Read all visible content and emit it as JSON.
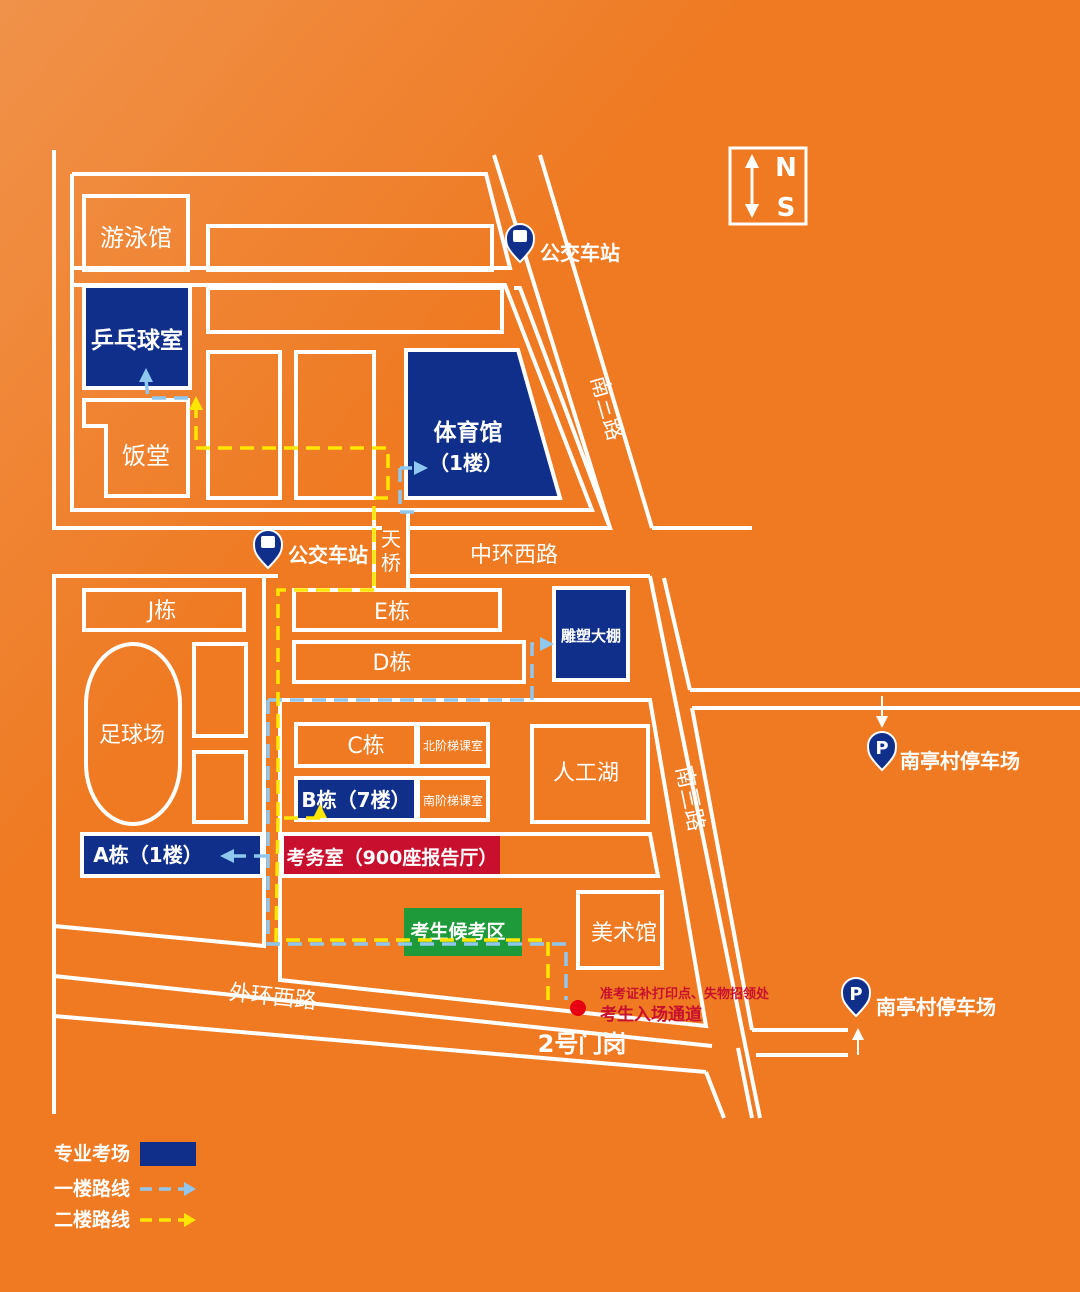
{
  "colors": {
    "background_top": "#f0924a",
    "background": "#ef7a22",
    "exam_hall": "#0f2f8a",
    "office": "#c8102e",
    "waiting": "#1f9a3a",
    "route_floor1": "#8fc7ef",
    "route_floor2": "#ffe600",
    "entrance_dot": "#e60012",
    "lines": "#ffffff"
  },
  "compass": {
    "north": "N",
    "south": "S",
    "icon": "north-south-arrow-icon"
  },
  "buildings": {
    "swimming": "游泳馆",
    "pingpong": "乒乓球室",
    "canteen": "饭堂",
    "gym_line1": "体育馆",
    "gym_line2": "（1楼）",
    "bridge_line1": "天",
    "bridge_line2": "桥",
    "j": "J栋",
    "e": "E栋",
    "d": "D栋",
    "sculpture": "雕塑大棚",
    "football": "足球场",
    "c": "C栋",
    "c_side": "北阶梯课室",
    "b": "B栋（7楼）",
    "b_side": "南阶梯课室",
    "lake": "人工湖",
    "a": "A栋（1楼）",
    "office": "考务室（900座报告厅）",
    "waiting": "考生候考区",
    "art": "美术馆"
  },
  "roads": {
    "nan_san_upper": "南三路",
    "nan_san_lower": "南三路",
    "zhonghuan": "中环西路",
    "waihuan": "外环西路"
  },
  "poi": {
    "bus_top": "公交车站",
    "bus_mid": "公交车站",
    "parking_mid": "南亭村停车场",
    "parking_bottom": "南亭村停车场",
    "parking_letter": "P",
    "entrance_note": "准考证补打印点、失物招领处",
    "entrance": "考生入场通道",
    "gate": "2号门岗"
  },
  "legend": {
    "exam_hall": "专业考场",
    "floor1_route": "一楼路线",
    "floor2_route": "二楼路线"
  }
}
